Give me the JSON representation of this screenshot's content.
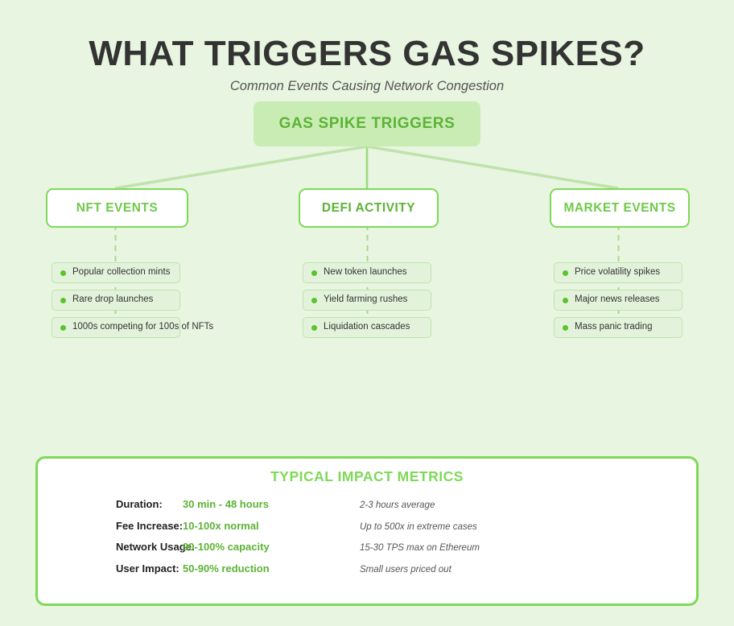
{
  "header": {
    "title": "WHAT TRIGGERS GAS SPIKES?",
    "subtitle": "Common Events Causing Network Congestion"
  },
  "hub": {
    "label": "GAS SPIKE TRIGGERS"
  },
  "categories": [
    {
      "label": "NFT EVENTS",
      "items": [
        "Popular collection mints",
        "Rare drop launches",
        "1000s competing for 100s of NFTs"
      ]
    },
    {
      "label": "DEFI ACTIVITY",
      "items": [
        "New token launches",
        "Yield farming rushes",
        "Liquidation cascades"
      ]
    },
    {
      "label": "MARKET EVENTS",
      "items": [
        "Price volatility spikes",
        "Major news releases",
        "Mass panic trading"
      ]
    }
  ],
  "metrics": {
    "title": "TYPICAL IMPACT METRICS",
    "rows": [
      {
        "label": "Duration:",
        "value": "30 min - 48 hours",
        "note": "2-3 hours average"
      },
      {
        "label": "Fee Increase:",
        "value": "10-100x normal",
        "note": "Up to 500x in extreme cases"
      },
      {
        "label": "Network Usage:",
        "value": "90-100% capacity",
        "note": "15-30 TPS max on Ethereum"
      },
      {
        "label": "User Impact:",
        "value": "50-90% reduction",
        "note": "Small users priced out"
      }
    ]
  },
  "colors": {
    "background": "#e8f5e1",
    "accent_green": "#7ed957",
    "deep_green": "#5cb335",
    "hub_fill": "#c9ecb5",
    "leaf_fill": "#e3f3db",
    "title_dark": "#333333"
  }
}
